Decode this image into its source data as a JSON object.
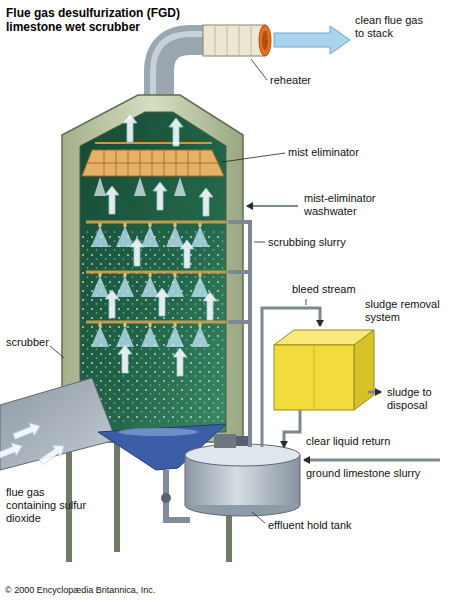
{
  "diagram": {
    "title": "Flue gas desulfurization (FGD) limestone wet scrubber",
    "labels": [
      "clean flue gas to stack",
      "reheater",
      "mist eliminator",
      "mist-eliminator washwater",
      "scrubbing slurry",
      "bleed stream",
      "sludge removal system",
      "scrubber",
      "sludge to disposal",
      "clear liquid return",
      "ground limestone slurry",
      "flue gas containing sulfur dioxide",
      "effluent hold tank",
      "© 2000 Encyclopædia Britannica, Inc."
    ]
  }
}
